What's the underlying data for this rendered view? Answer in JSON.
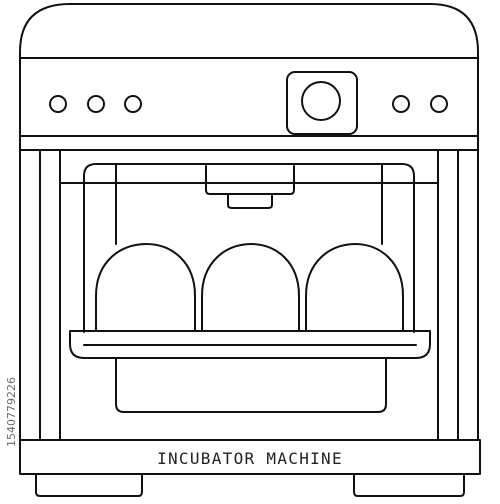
{
  "caption": "INCUBATOR MACHINE",
  "stock_id": "1540779226",
  "icons": {
    "illustration": "incubator-machine-icon",
    "knob": "dial-knob-icon",
    "buttons": "round-button-icon",
    "eggs": "egg-icon"
  },
  "colors": {
    "stroke": "#111111",
    "background": "#ffffff",
    "caption_text": "#222222"
  },
  "illustration": {
    "left_buttons": 3,
    "right_buttons": 2,
    "egg_count": 3
  }
}
